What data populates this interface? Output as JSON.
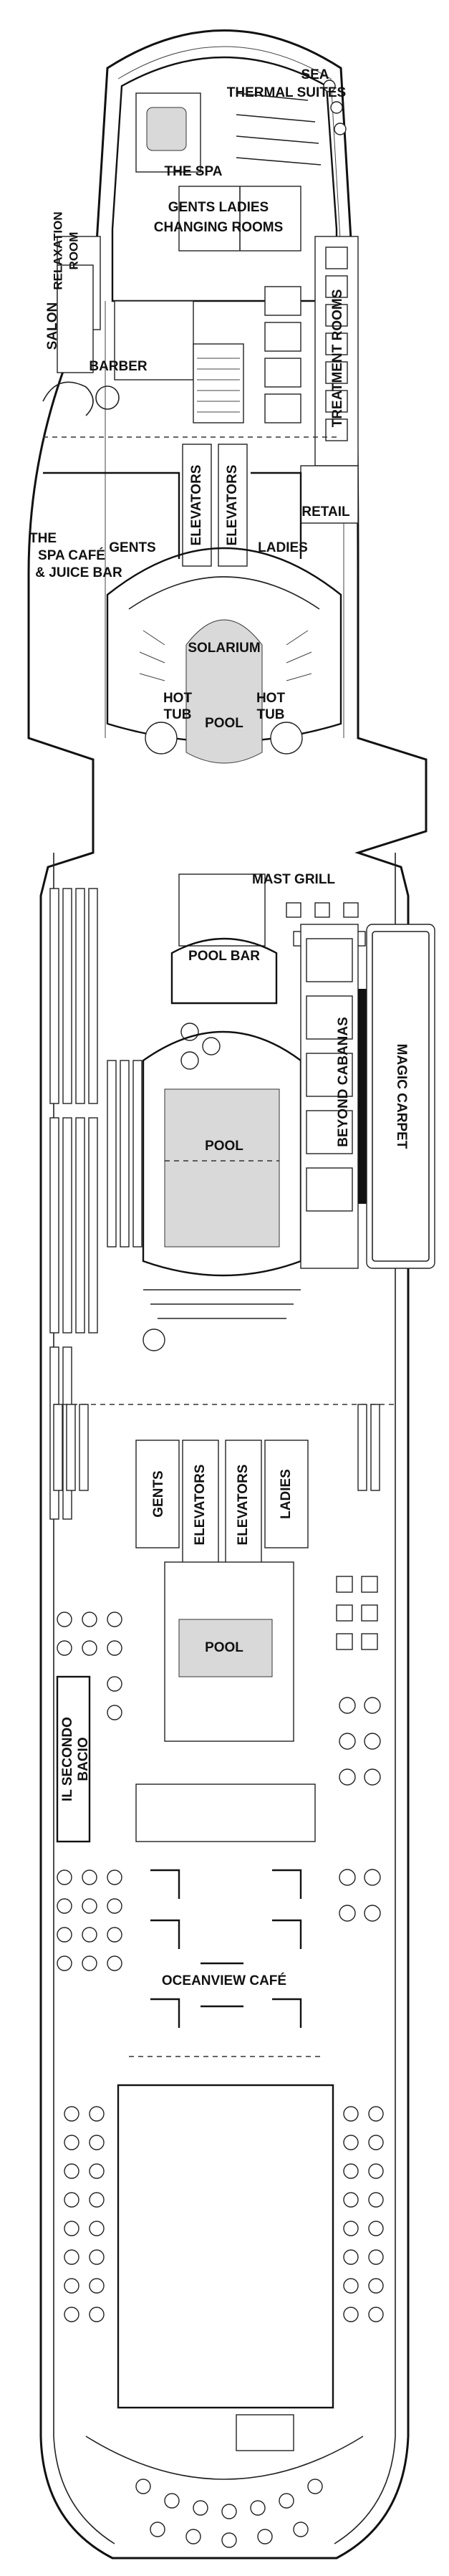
{
  "labels": {
    "sea_thermal_suites": [
      "SEA",
      "THERMAL SUITES"
    ],
    "the_spa": "THE SPA",
    "changing_rooms": [
      "GENTS   LADIES",
      "CHANGING ROOMS"
    ],
    "relaxation_room": [
      "RELAXATION",
      "ROOM"
    ],
    "salon": "SALON",
    "barber": "BARBER",
    "treatment_rooms": "TREATMENT ROOMS",
    "retail": "RETAIL",
    "spa_cafe": [
      "THE",
      "SPA CAFÉ",
      "& JUICE BAR"
    ],
    "gents_fwd": "GENTS",
    "elevators_fwd_1": "ELEVATORS",
    "elevators_fwd_2": "ELEVATORS",
    "ladies_fwd": "LADIES",
    "solarium": "SOLARIUM",
    "pool_solarium": "POOL",
    "hot_tub_left": [
      "HOT",
      "TUB"
    ],
    "hot_tub_right": [
      "HOT",
      "TUB"
    ],
    "mast_grill": "MAST GRILL",
    "pool_bar": "POOL BAR",
    "pool_main": "POOL",
    "beyond_cabanas": "BEYOND CABANAS",
    "magic_carpet": "MAGIC CARPET",
    "gents_mid": "GENTS",
    "elevators_mid_1": "ELEVATORS",
    "elevators_mid_2": "ELEVATORS",
    "ladies_mid": "LADIES",
    "pool_aft": "POOL",
    "il_secondo_bacio": [
      "IL SECONDO",
      "BACIO"
    ],
    "oceanview_cafe": "OCEANVIEW CAFÉ"
  }
}
